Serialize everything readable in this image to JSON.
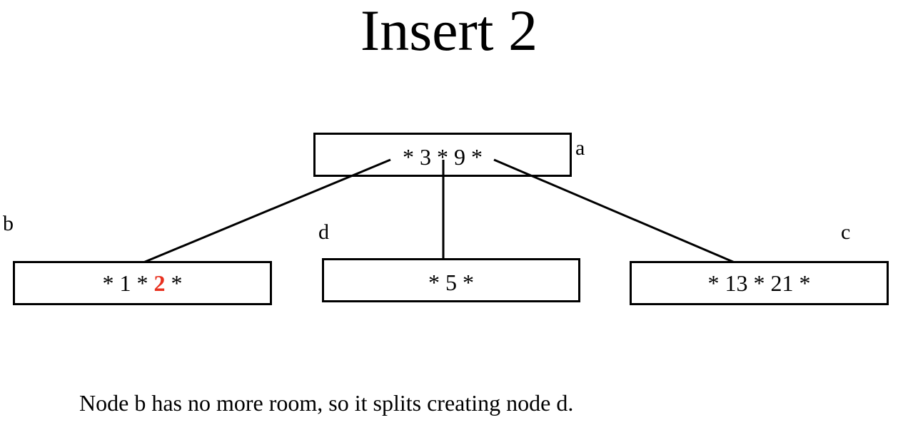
{
  "title": "Insert 2",
  "nodes": {
    "a": {
      "label": "a",
      "text": "* 3 * 9 *"
    },
    "b": {
      "label": "b",
      "text_before": "* 1 * ",
      "new_key": "2",
      "text_after": " *"
    },
    "d": {
      "label": "d",
      "text": "* 5 *"
    },
    "c": {
      "label": "c",
      "text": "* 13 * 21 *"
    }
  },
  "caption": "Node b has no more room, so it splits creating node d.",
  "colors": {
    "new_key": "#e8311f",
    "lines": "#000000"
  }
}
